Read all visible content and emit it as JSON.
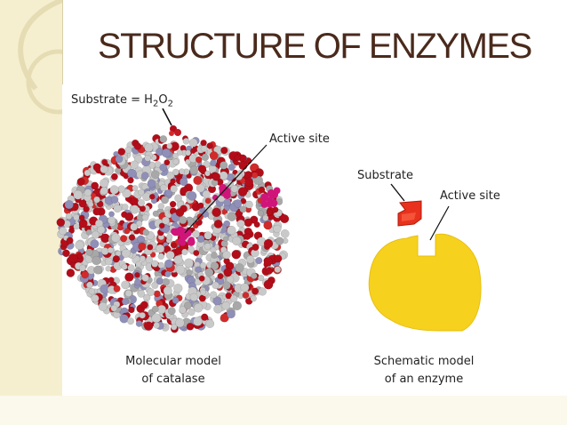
{
  "slide": {
    "title": "STRUCTURE OF ENZYMES"
  },
  "figure": {
    "molecular": {
      "substrate_label_prefix": "Substrate = H",
      "substrate_sub1": "2",
      "substrate_mid": "O",
      "substrate_sub2": "2",
      "active_site_label": "Active site",
      "caption_line1": "Molecular model",
      "caption_line2": "of catalase",
      "atom_colors": [
        "#c9c9c9",
        "#b30d1a",
        "#8f8fb8",
        "#d22a2a",
        "#a8a8a8"
      ],
      "active_site_color": "#d0157a"
    },
    "schematic": {
      "substrate_label": "Substrate",
      "active_site_label": "Active site",
      "caption_line1": "Schematic model",
      "caption_line2": "of an enzyme",
      "enzyme_color": "#f6d21e",
      "substrate_color": "#e8321e"
    }
  },
  "theme": {
    "title_color": "#4a2a1c",
    "band_color": "#f6efcf"
  }
}
